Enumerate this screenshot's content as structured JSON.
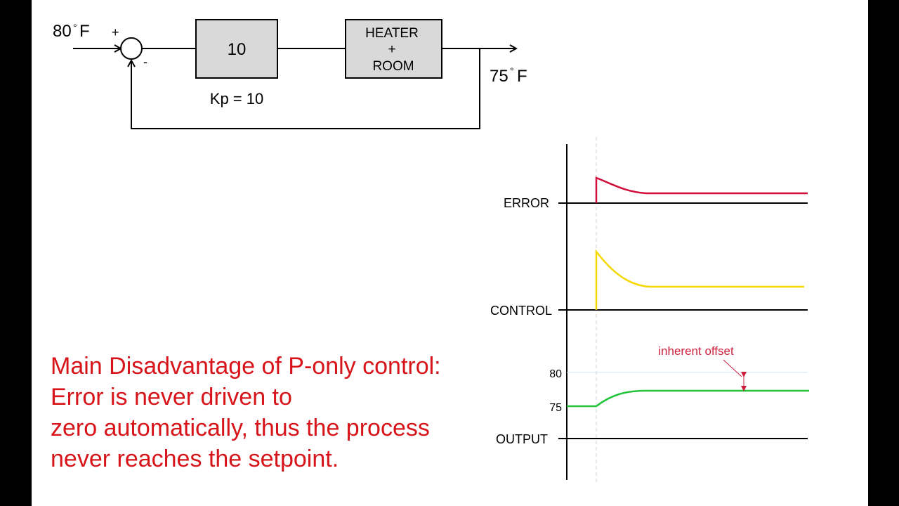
{
  "block_diagram": {
    "input_value": "80",
    "input_unit": "F",
    "plus_sign": "+",
    "minus_sign": "-",
    "controller_block": "10",
    "controller_caption": "Kp = 10",
    "plant_block": [
      "HEATER",
      "+",
      "ROOM"
    ],
    "output_value": "75",
    "output_unit": "F",
    "degree_symbol": "°"
  },
  "plots": {
    "error_label": "ERROR",
    "control_label": "CONTROL",
    "output_label": "OUTPUT",
    "tick_80": "80",
    "tick_75": "75",
    "offset_annotation": "inherent offset",
    "colors": {
      "error": "#d0103a",
      "control": "#f5d800",
      "output": "#22c53a",
      "annotation": "#cc1f3c",
      "setpoint_line": "#cfe6f5"
    }
  },
  "note": {
    "lines": [
      "Main Disadvantage of P-only control:",
      "Error is never driven to",
      "zero automatically, thus the process",
      "never reaches the setpoint."
    ],
    "color": "#d7141a"
  }
}
